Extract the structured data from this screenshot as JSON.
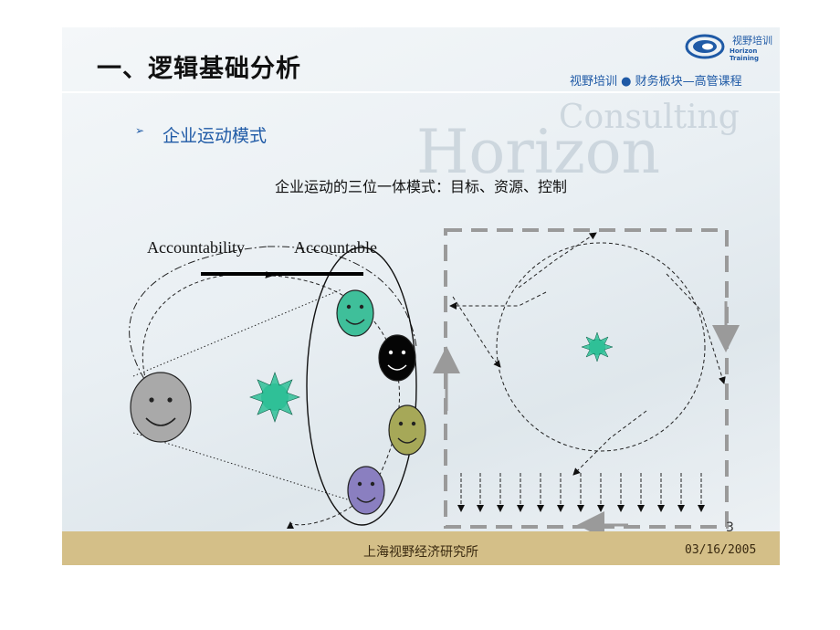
{
  "header": {
    "title": "一、逻辑基础分析",
    "brand_cn": "视野培训",
    "brand_en": "Horizon Training",
    "subtitle": "视野培训 ● 财务板块—高管课程"
  },
  "watermark": {
    "line1": "Consulting",
    "line2": "Horizon"
  },
  "section": {
    "bullet": "➢",
    "title": "企业运动模式"
  },
  "diagram": {
    "caption": "企业运动的三位一体模式：目标、资源、控制",
    "label_left": "Accountability",
    "label_right": "Accountable",
    "face_colors": {
      "gray": "#a9a9a9",
      "teal": "#3fbf9a",
      "black": "#050505",
      "olive": "#a6a858",
      "purple": "#8a7fc0"
    },
    "sun_color": "#2fbf97"
  },
  "footer": {
    "org": "上海视野经济研究所",
    "date": "03/16/2005",
    "page": "3"
  }
}
